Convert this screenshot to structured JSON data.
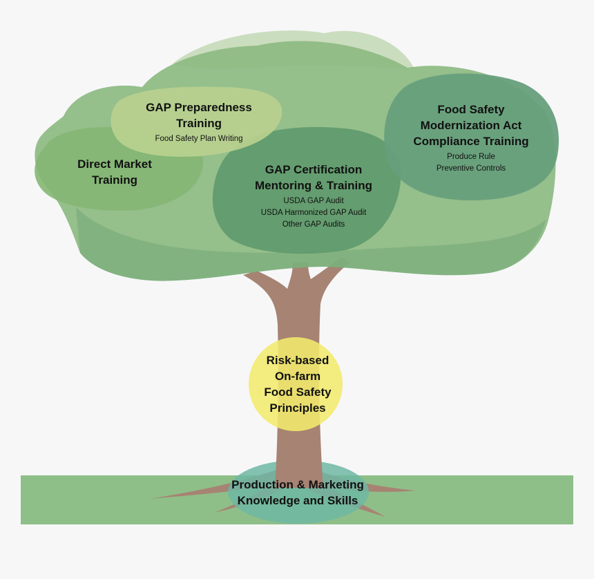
{
  "colors": {
    "background": "#f7f7f8",
    "canopy_light": "#a7c98f",
    "canopy_mid": "#8dba82",
    "canopy_dark": "#6ba173",
    "gap_prep_fill": "#b9d08f",
    "direct_market_fill": "#85b673",
    "gap_cert_fill": "#5f9a6c",
    "fsma_fill": "#679f7c",
    "trunk": "#a68373",
    "core_circle": "#f3ea6c",
    "ground": "#8fbf88",
    "root_pool": "#6fb7a3"
  },
  "canopy": {
    "gap_preparedness": {
      "title": "GAP Preparedness\nTraining",
      "details": "Food Safety Plan Writing"
    },
    "direct_market": {
      "title": "Direct Market\nTraining"
    },
    "gap_certification": {
      "title": "GAP Certification\nMentoring & Training",
      "details": "USDA GAP Audit\nUSDA Harmonized GAP Audit\nOther GAP Audits"
    },
    "fsma": {
      "title": "Food Safety\nModernization Act\nCompliance Training",
      "details": "Produce Rule\nPreventive Controls"
    }
  },
  "trunk_core": {
    "title": "Risk-based\nOn-farm\nFood Safety\nPrinciples"
  },
  "roots": {
    "title": "Production & Marketing\nKnowledge and Skills"
  }
}
